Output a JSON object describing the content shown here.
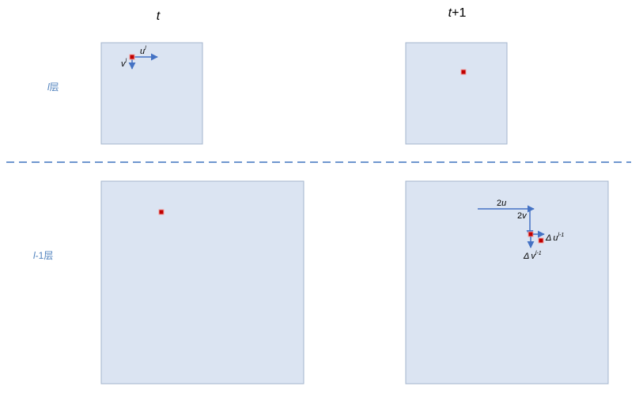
{
  "columns": {
    "t": "t",
    "t_plus_1_var": "t",
    "t_plus_1_rest": "+1"
  },
  "rows": {
    "level_l_var": "l",
    "level_l_suffix": "层",
    "level_lm1_var": "l",
    "level_lm1_suffix": "-1层"
  },
  "annotations": {
    "u_l_base": "u",
    "u_l_sup": "l",
    "v_l_base": "v",
    "v_l_sup": "l",
    "two_u_num": "2",
    "two_u_var": "u",
    "two_v_num": "2",
    "two_v_var": "v",
    "du_delta": "Δ",
    "du_base": "u",
    "du_sup": "l-1",
    "dv_delta": "Δ",
    "dv_base": "v",
    "dv_sup": "l-1"
  },
  "colors": {
    "panel_fill": "#dbe4f2",
    "panel_stroke": "#a3b4cc",
    "arrow": "#4472c4",
    "point_fill": "#c00000",
    "point_stroke": "#f2a0a0",
    "divider": "#6f96cf",
    "row_label": "#4f81bd",
    "text": "#000000"
  }
}
